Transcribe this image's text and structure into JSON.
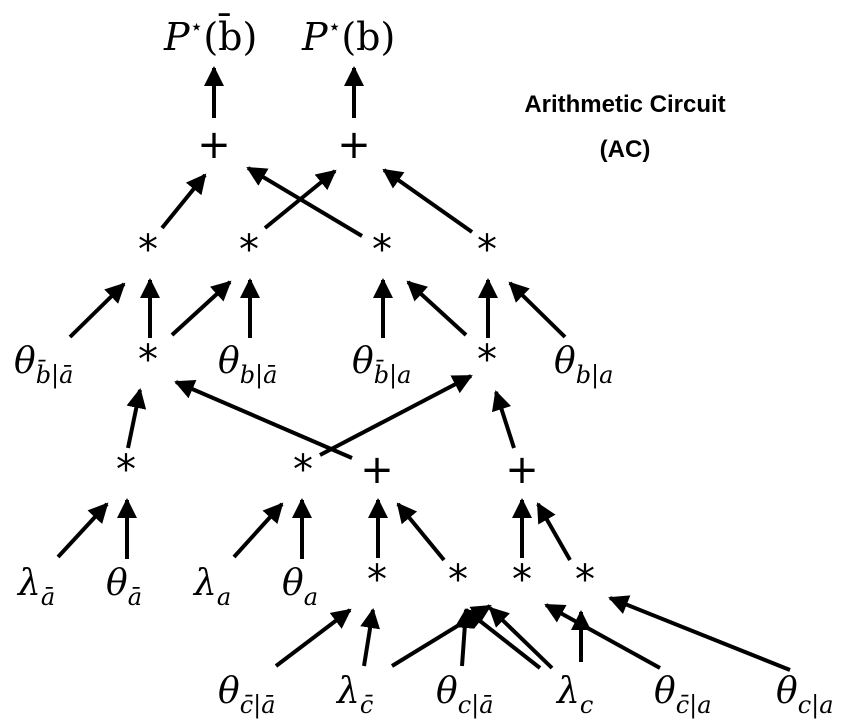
{
  "title": {
    "line1": "Arithmetic Circuit",
    "line2": "(AC)"
  },
  "outputs": {
    "p_not_b": {
      "base": "P",
      "star": "⋆",
      "arg": "(b̄)"
    },
    "p_b": {
      "base": "P",
      "star": "⋆",
      "arg": "(b)"
    }
  },
  "operators": {
    "plus": "+",
    "times": "*"
  },
  "leaves": {
    "theta_nb_na": {
      "base": "θ",
      "sub": "b̄|ā"
    },
    "theta_b_na": {
      "base": "θ",
      "sub": "b|ā"
    },
    "theta_nb_a": {
      "base": "θ",
      "sub": "b̄|a"
    },
    "theta_b_a": {
      "base": "θ",
      "sub": "b|a"
    },
    "lambda_na": {
      "base": "λ",
      "sub": "ā"
    },
    "theta_na": {
      "base": "θ",
      "sub": "ā"
    },
    "lambda_a": {
      "base": "λ",
      "sub": "a"
    },
    "theta_a": {
      "base": "θ",
      "sub": "a"
    },
    "theta_nc_na": {
      "base": "θ",
      "sub": "c̄|ā"
    },
    "lambda_nc": {
      "base": "λ",
      "sub": "c̄"
    },
    "theta_c_na": {
      "base": "θ",
      "sub": "c|ā"
    },
    "lambda_c": {
      "base": "λ",
      "sub": "c"
    },
    "theta_nc_a": {
      "base": "θ",
      "sub": "c̄|a"
    },
    "theta_c_a": {
      "base": "θ",
      "sub": "c|a"
    }
  },
  "colors": {
    "ink": "#000000",
    "background": "#ffffff"
  }
}
